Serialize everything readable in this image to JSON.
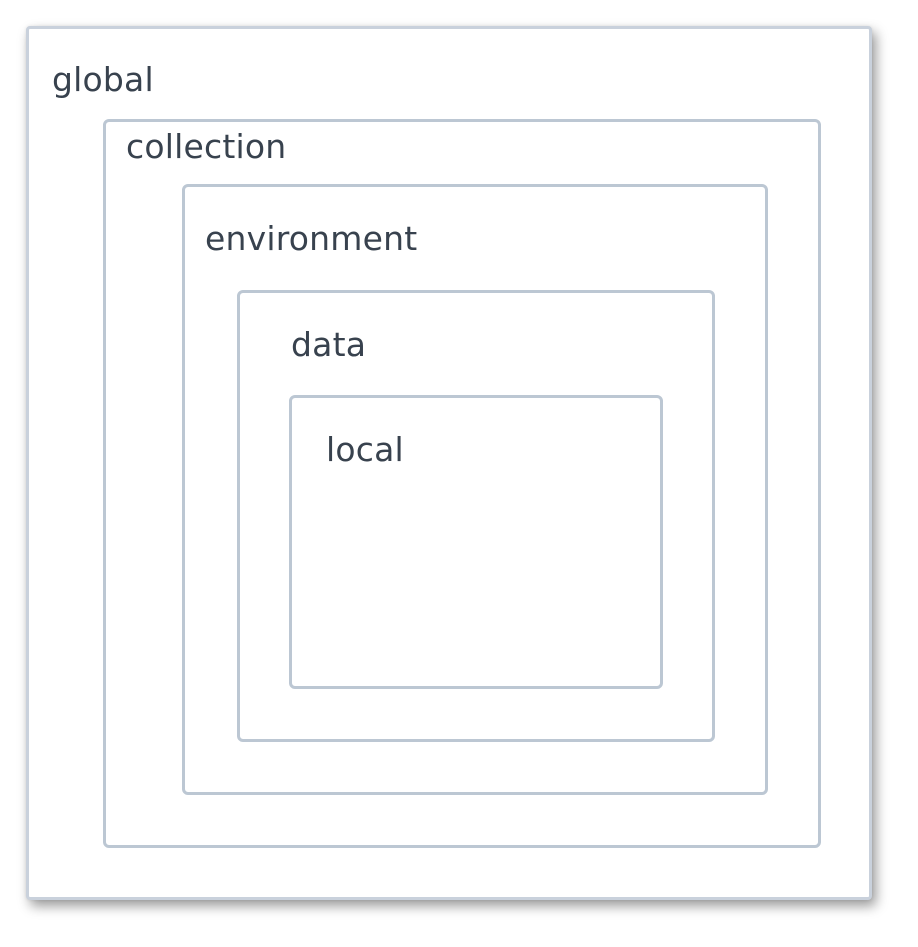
{
  "scopes": {
    "global": "global",
    "collection": "collection",
    "environment": "environment",
    "data": "data",
    "local": "local"
  }
}
